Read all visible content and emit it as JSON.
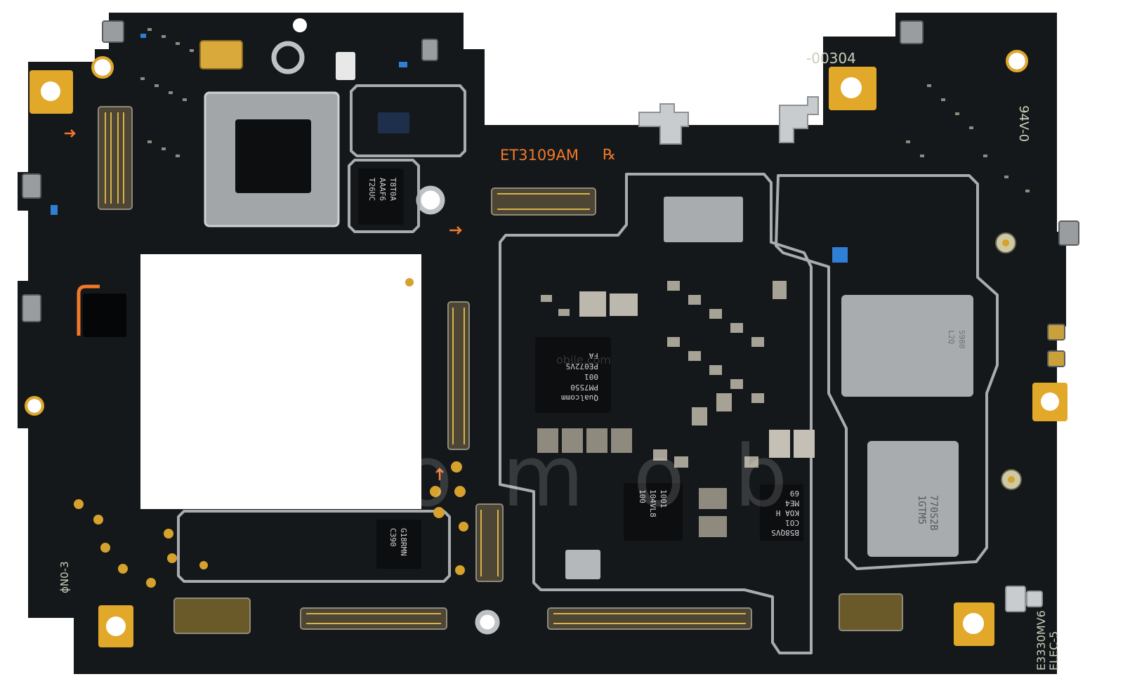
{
  "board": {
    "board_label": "ET3109AM",
    "ul_mark": "℞",
    "top_right_code": "-00304",
    "right_vertical_code": "94V-0",
    "bottom_right_code_1": "E3330MV6",
    "bottom_right_code_2": "ELEC-5",
    "left_bottom_code": "ɸN0-3",
    "colors": {
      "pcb": "#15181a",
      "gold": "#e2a829",
      "silkscreen_orange": "#f07a2a",
      "shield": "#a9acae",
      "chip": "#0c0e10"
    }
  },
  "chips": {
    "pmic": [
      "Qualcomm",
      "PM7550",
      "001",
      "PE072VS",
      "FA"
    ],
    "top_left": [
      "T8T0A",
      "AAAF6",
      "T26UC"
    ],
    "bottom_left": [
      "G18RMN",
      "C390"
    ],
    "center_bottom": [
      "1001",
      "104VL8",
      "100"
    ],
    "bottom_mid_right": [
      "B58QVS",
      "CO1",
      "KOA H",
      "ME4",
      "69"
    ],
    "right_upper": [
      "S980",
      "L2Q"
    ],
    "right_lower": [
      "770S2B",
      "1GTM5"
    ]
  },
  "watermark": {
    "site_text": "obile.com",
    "letters": "ictomob"
  }
}
